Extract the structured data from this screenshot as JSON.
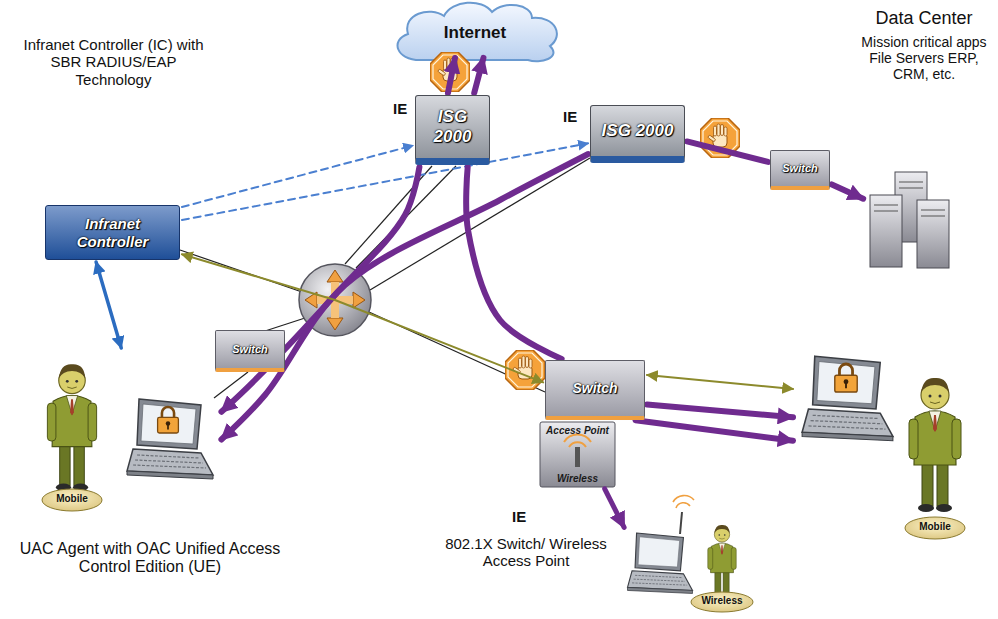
{
  "diagram": {
    "nodes": [
      {
        "text": [
          "Internet"
        ]
      },
      {
        "text": [
          "Infranet Controller (IC) with SBR RADIUS/EAP Technology",
          "Infranet Controller"
        ]
      },
      {
        "text": [
          "ISG 2000"
        ]
      },
      {
        "text": [
          "Data Center",
          "Mission critical apps File Servers ERP, CRM, etc."
        ]
      },
      {
        "text": [
          "ISG 2000"
        ]
      },
      {
        "text": [
          "Switch"
        ]
      },
      {
        "text": [
          "Switch"
        ]
      },
      {
        "text": [
          "Switch"
        ]
      },
      {
        "text": [
          "Access Point",
          "Wireless"
        ]
      },
      {
        "text": [
          "Mobile"
        ]
      },
      {
        "text": [
          "Mobile",
          "UAC Agent with OAC Unified Access Control Edition (UE)"
        ]
      },
      {
        "text": [
          "Wireless"
        ]
      }
    ],
    "edges": [
      {
        "from": 1,
        "to": 2,
        "arrow": "to"
      },
      {
        "from": 1,
        "to": 4,
        "arrow": "to"
      },
      {
        "from": 1,
        "to": 10,
        "arrow": "both"
      },
      {
        "from": 2,
        "to": 0,
        "arrow": "to"
      },
      {
        "from": 2,
        "to": 0,
        "arrow": "to"
      },
      {
        "from": 4,
        "to": 5,
        "arrow": "none"
      },
      {
        "from": 5,
        "to": 3,
        "arrow": "to"
      },
      {
        "from": 2,
        "to": 10,
        "arrow": "to"
      },
      {
        "from": 4,
        "to": 10,
        "arrow": "to"
      },
      {
        "from": 2,
        "to": 7,
        "arrow": "none"
      },
      {
        "from": 1,
        "to": 7,
        "arrow": "both"
      },
      {
        "from": 7,
        "to": 9,
        "arrow": "to"
      },
      {
        "from": 7,
        "to": 9,
        "arrow": "to"
      },
      {
        "from": 7,
        "to": 9,
        "arrow": "both"
      },
      {
        "from": 8,
        "to": 11,
        "arrow": "to"
      }
    ],
    "labels": [
      "IE",
      "IE",
      "IE",
      "802.1X Switch/ Wireless Access Point"
    ]
  }
}
